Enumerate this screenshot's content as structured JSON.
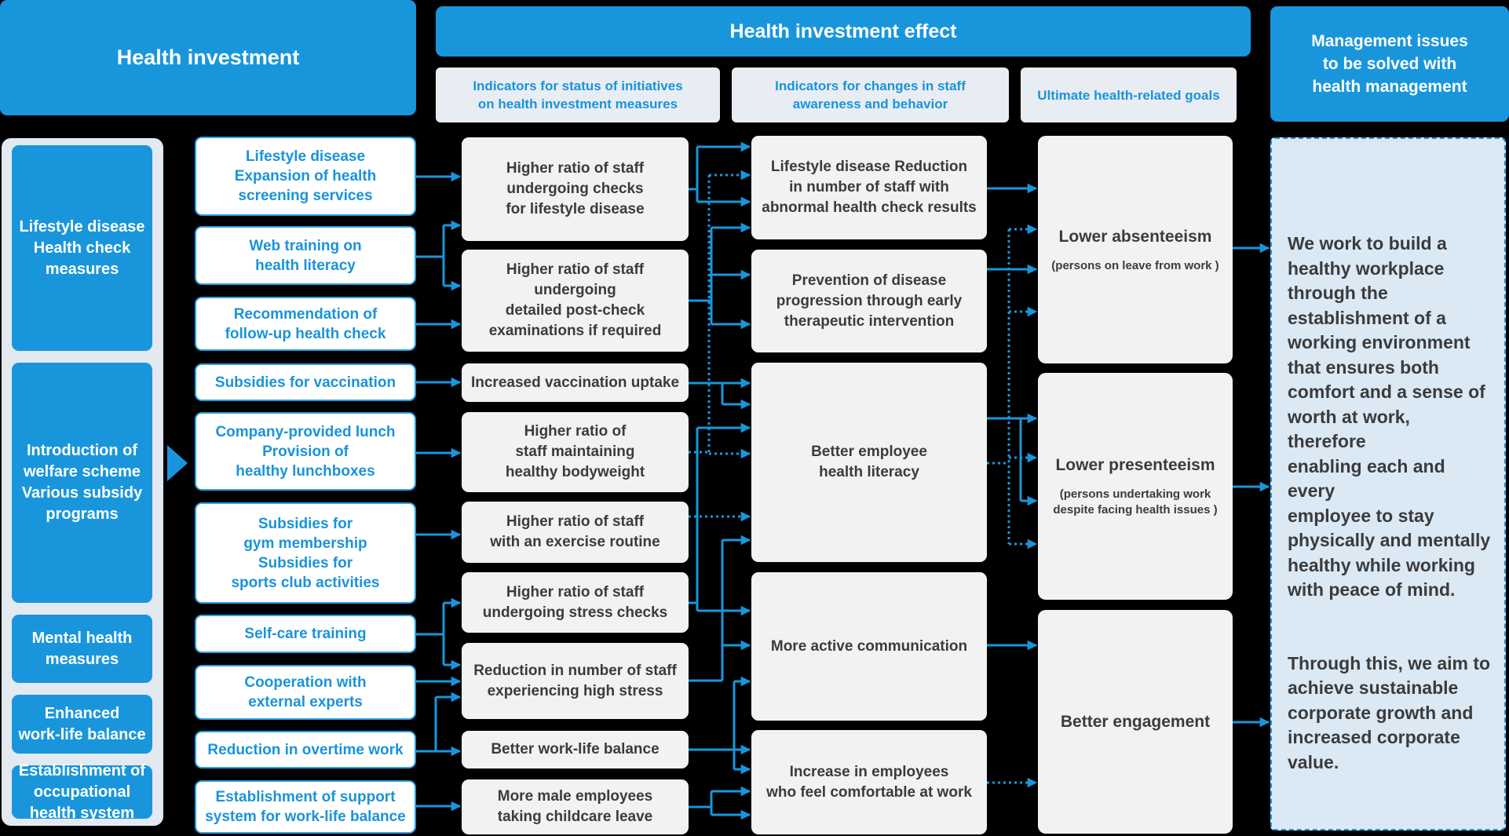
{
  "headers": {
    "investment": "Health investment",
    "effect": "Health investment effect",
    "management": "Management issues\nto be solved with\nhealth management",
    "sub_initiatives": "Indicators for status of initiatives\non health investment measures",
    "sub_awareness": "Indicators for changes in staff\nawareness and behavior",
    "sub_goals": "Ultimate health-related goals"
  },
  "categories": [
    {
      "text": "Lifestyle disease\nHealth check\nmeasures"
    },
    {
      "text": "Introduction of\nwelfare scheme\nVarious subsidy\nprograms"
    },
    {
      "text": "Mental health\nmeasures"
    },
    {
      "text": "Enhanced\nwork-life balance"
    },
    {
      "text": "Establishment of\noccupational\nhealth system"
    }
  ],
  "measures": [
    {
      "text": "Lifestyle disease\nExpansion of health\nscreening services"
    },
    {
      "text": "Web training on\nhealth literacy"
    },
    {
      "text": "Recommendation of\nfollow-up health check"
    },
    {
      "text": "Subsidies for vaccination"
    },
    {
      "text": "Company-provided lunch\nProvision of\nhealthy lunchboxes"
    },
    {
      "text": "Subsidies for\ngym membership\nSubsidies for\nsports club activities"
    },
    {
      "text": "Self-care training"
    },
    {
      "text": "Cooperation with\nexternal experts"
    },
    {
      "text": "Reduction in overtime work"
    },
    {
      "text": "Establishment of support\nsystem for work-life balance"
    }
  ],
  "initiative_indicators": [
    {
      "text": "Higher ratio of staff\nundergoing checks\nfor lifestyle disease"
    },
    {
      "text": "Higher ratio of staff\nundergoing\ndetailed post-check\nexaminations if required"
    },
    {
      "text": "Increased vaccination uptake"
    },
    {
      "text": "Higher ratio of\nstaff maintaining\nhealthy bodyweight"
    },
    {
      "text": "Higher ratio of staff\nwith an exercise routine"
    },
    {
      "text": "Higher ratio of staff\nundergoing stress checks"
    },
    {
      "text": "Reduction in number of staff\nexperiencing high stress"
    },
    {
      "text": "Better work-life balance"
    },
    {
      "text": "More male employees\ntaking childcare leave"
    }
  ],
  "awareness_indicators": [
    {
      "text": "Lifestyle disease Reduction\nin number of staff with\nabnormal health check results"
    },
    {
      "text": "Prevention of disease\nprogression through early\ntherapeutic intervention"
    },
    {
      "text": "Better employee\nhealth literacy"
    },
    {
      "text": "More active communication"
    },
    {
      "text": "Increase in employees\nwho feel comfortable at work"
    }
  ],
  "goals": [
    {
      "label": "Lower absenteeism",
      "note": "(persons on leave from work )"
    },
    {
      "label": "Lower presenteeism",
      "note": "(persons undertaking work\ndespite facing health issues  )"
    },
    {
      "label": "Better engagement",
      "note": ""
    }
  ],
  "management": {
    "p1": "We work to build a\nhealthy workplace\nthrough the\nestablishment of a\nworking environment\nthat ensures both\ncomfort and a sense of\nworth at work, therefore\nenabling each and every\nemployee to stay\nphysically and mentally\nhealthy while working\nwith peace of mind.",
    "p2": "Through this, we aim to\nachieve sustainable\ncorporate growth and\nincreased corporate\nvalue."
  },
  "colors": {
    "accent_blue": "#1996db",
    "subheader_text_blue": "#1a93d8",
    "panel_gray": "#e2e9f0",
    "box_gray": "#f2f2f2",
    "management_bg": "#dbe9f5"
  }
}
